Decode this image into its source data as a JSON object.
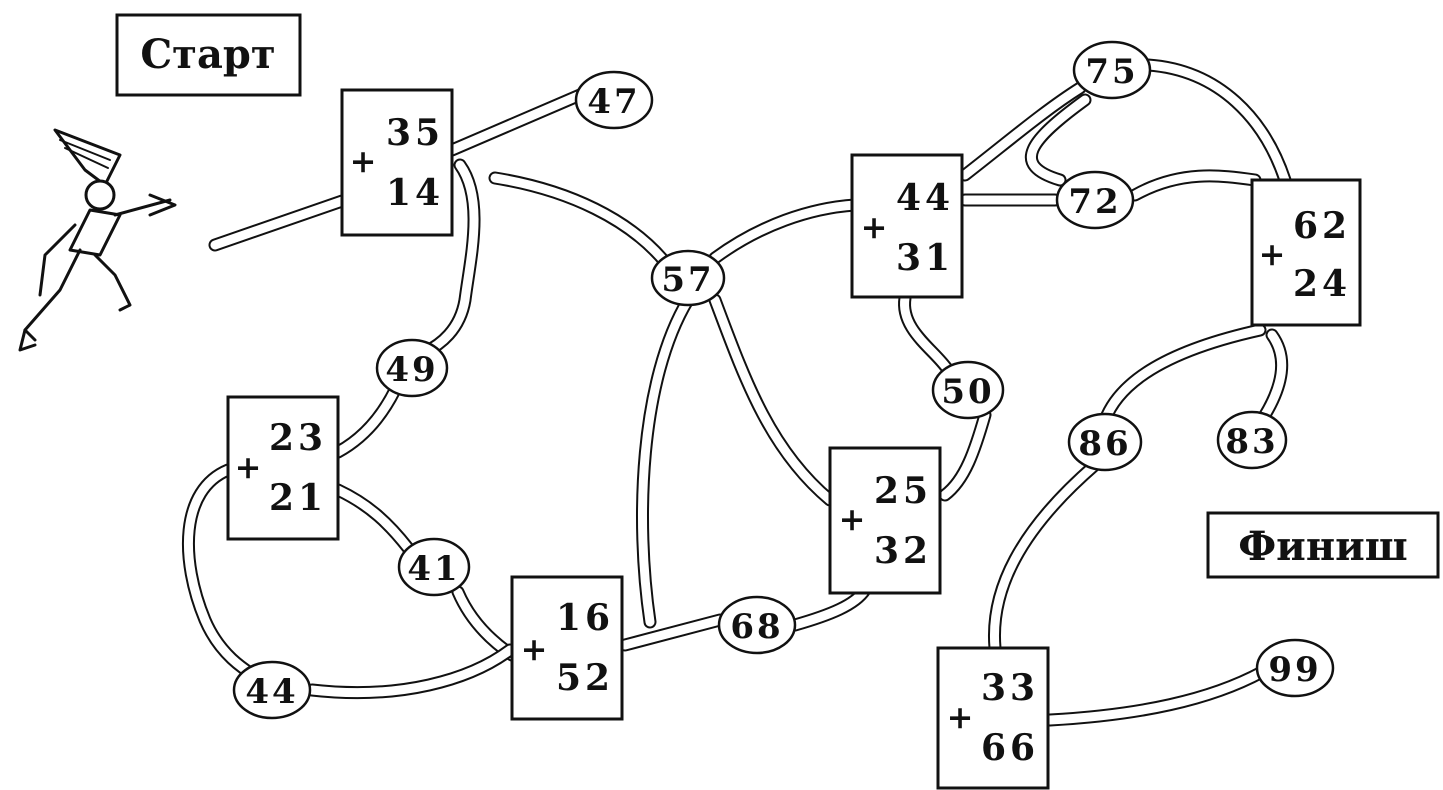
{
  "start_label": "Старт",
  "finish_label": "Финиш",
  "operator": "+",
  "sums": [
    {
      "id": "s1",
      "top": "35",
      "bottom": "14"
    },
    {
      "id": "s2",
      "top": "44",
      "bottom": "31"
    },
    {
      "id": "s3",
      "top": "62",
      "bottom": "24"
    },
    {
      "id": "s4",
      "top": "23",
      "bottom": "21"
    },
    {
      "id": "s5",
      "top": "25",
      "bottom": "32"
    },
    {
      "id": "s6",
      "top": "16",
      "bottom": "52"
    },
    {
      "id": "s7",
      "top": "33",
      "bottom": "66"
    }
  ],
  "answers": [
    {
      "id": "a47",
      "value": "47"
    },
    {
      "id": "a57",
      "value": "57"
    },
    {
      "id": "a75",
      "value": "75"
    },
    {
      "id": "a72",
      "value": "72"
    },
    {
      "id": "a49",
      "value": "49"
    },
    {
      "id": "a50",
      "value": "50"
    },
    {
      "id": "a86",
      "value": "86"
    },
    {
      "id": "a83",
      "value": "83"
    },
    {
      "id": "a41",
      "value": "41"
    },
    {
      "id": "a68",
      "value": "68"
    },
    {
      "id": "a44",
      "value": "44"
    },
    {
      "id": "a99",
      "value": "99"
    }
  ]
}
